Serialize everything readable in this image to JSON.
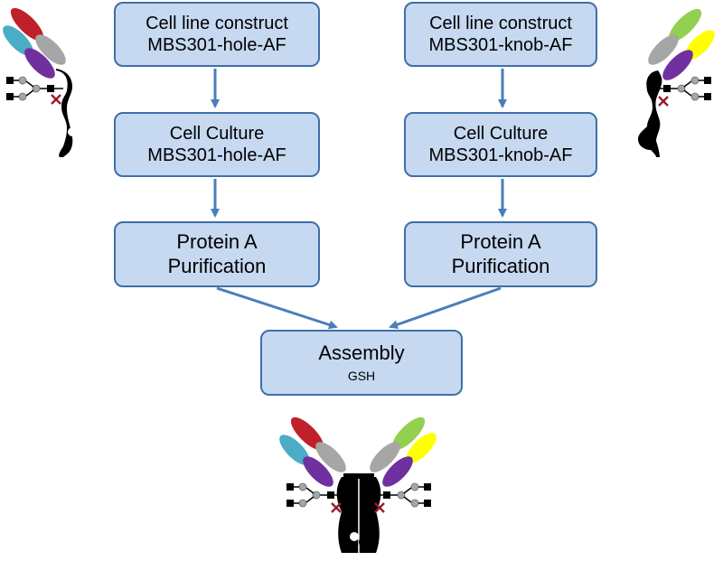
{
  "boxes": {
    "hole_construct": {
      "line1": "Cell line construct",
      "line2": "MBS301-hole-AF"
    },
    "knob_construct": {
      "line1": "Cell line construct",
      "line2": "MBS301-knob-AF"
    },
    "hole_culture": {
      "line1": "Cell Culture",
      "line2": "MBS301-hole-AF"
    },
    "knob_culture": {
      "line1": "Cell Culture",
      "line2": "MBS301-knob-AF"
    },
    "hole_proteina": {
      "line1": "Protein A",
      "line2": "Purification"
    },
    "knob_proteina": {
      "line1": "Protein A",
      "line2": "Purification"
    },
    "assembly": {
      "line1": "Assembly",
      "line2": "GSH"
    }
  },
  "colors": {
    "box_fill": "#c6d9f1",
    "box_border": "#3e6fa6",
    "arrow": "#4a7ebb",
    "domain_red": "#c0202a",
    "domain_teal": "#4bacc6",
    "domain_grey": "#a6a6a6",
    "domain_purple": "#7030a0",
    "domain_green": "#92d050",
    "domain_yellow": "#ffff00",
    "fc_black": "#000000",
    "glycan_grey": "#a6a6a6",
    "mutation_cross": "#9b1b30"
  },
  "icons": {
    "left_halfantibody": "hole-half-antibody-icon",
    "right_halfantibody": "knob-half-antibody-icon",
    "bispecific": "bispecific-antibody-icon",
    "glycan": "glycan-icon",
    "mutation": "mutation-cross-icon"
  }
}
